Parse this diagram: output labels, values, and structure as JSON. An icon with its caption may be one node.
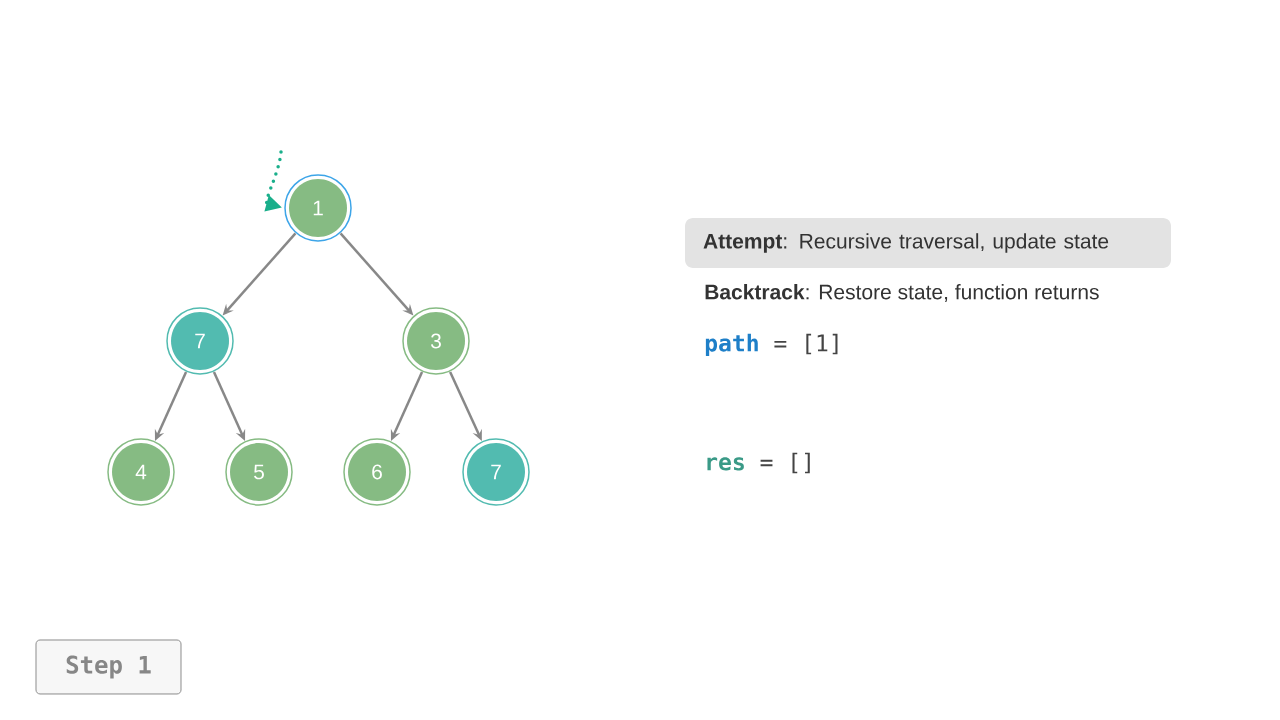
{
  "diagram": {
    "nodes": [
      {
        "text": [
          "1"
        ]
      },
      {
        "text": [
          "7"
        ]
      },
      {
        "text": [
          "3"
        ]
      },
      {
        "text": [
          "4"
        ]
      },
      {
        "text": [
          "5"
        ]
      },
      {
        "text": [
          "6"
        ]
      },
      {
        "text": [
          "7"
        ]
      },
      {
        "text": [
          "**Attempt**: Recursive traversal, update state"
        ]
      },
      {
        "text": [
          "Step 1"
        ]
      }
    ],
    "edges": [
      {
        "from": null,
        "to": 0,
        "arrow": "to",
        "style": "dashed",
        "color": "#1aaf8b"
      },
      {
        "from": 0,
        "to": 1,
        "arrow": "to"
      },
      {
        "from": 0,
        "to": 2,
        "arrow": "to"
      },
      {
        "from": 1,
        "to": 3,
        "arrow": "to"
      },
      {
        "from": 1,
        "to": 4,
        "arrow": "to"
      },
      {
        "from": 2,
        "to": 5,
        "arrow": "to"
      },
      {
        "from": 2,
        "to": 6,
        "arrow": "to"
      }
    ],
    "labels": [
      "**Backtrack**: Restore state, function returns",
      "**path** = [1]",
      "**res** = []"
    ]
  }
}
